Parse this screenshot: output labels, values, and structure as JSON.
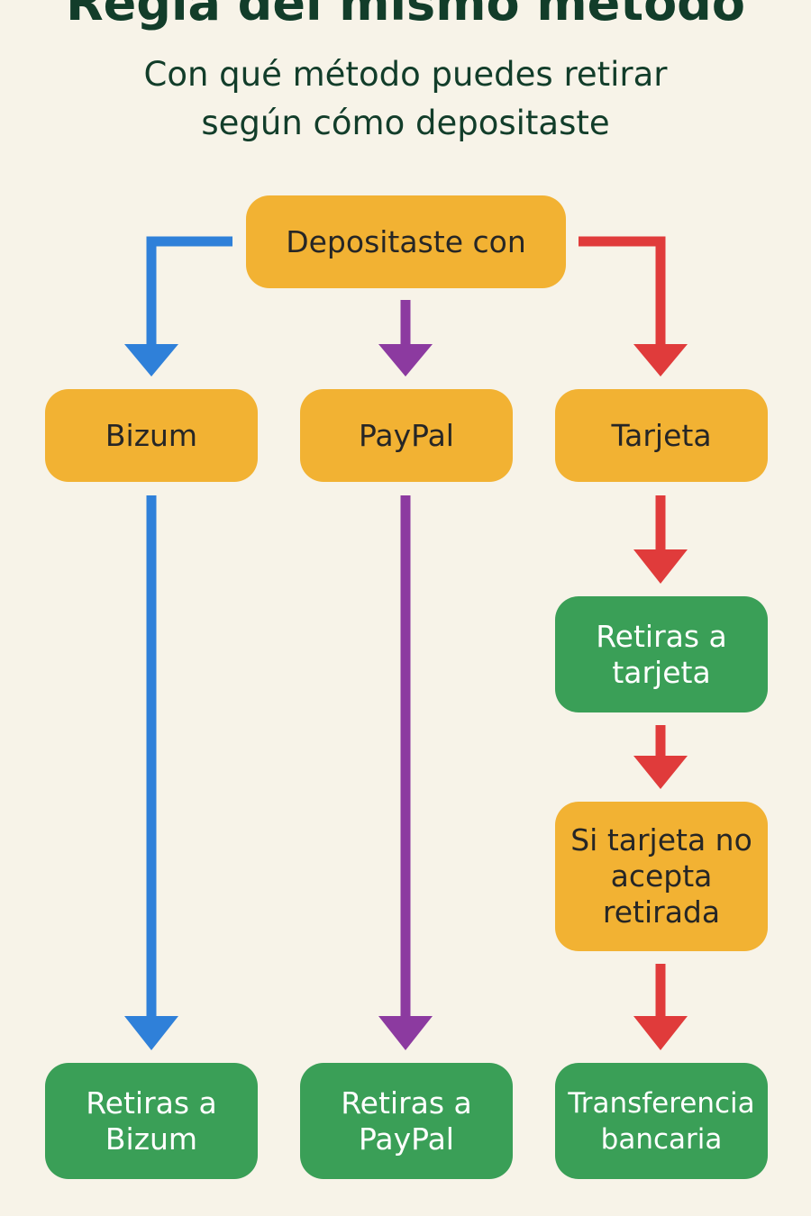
{
  "header": {
    "title": "Regla del mismo método",
    "subtitle": "Con qué método puedes retirar según cómo depositaste"
  },
  "nodes": {
    "root": "Depositaste con",
    "bizum": "Bizum",
    "paypal": "PayPal",
    "tarjeta": "Tarjeta",
    "retiras_tarjeta": "Retiras a tarjeta",
    "si_tarjeta": "Si tarjeta no acepta retirada",
    "retiras_bizum": "Retiras a Bizum",
    "retiras_paypal": "Retiras a PayPal",
    "transferencia": "Transferencia bancaria"
  },
  "colors": {
    "background": "#f7f3e8",
    "decision_box": "#f2b233",
    "result_box": "#3a9f57",
    "bizum_arrow": "#2f80d9",
    "paypal_arrow": "#8c3aa0",
    "tarjeta_arrow": "#e03b3b"
  }
}
